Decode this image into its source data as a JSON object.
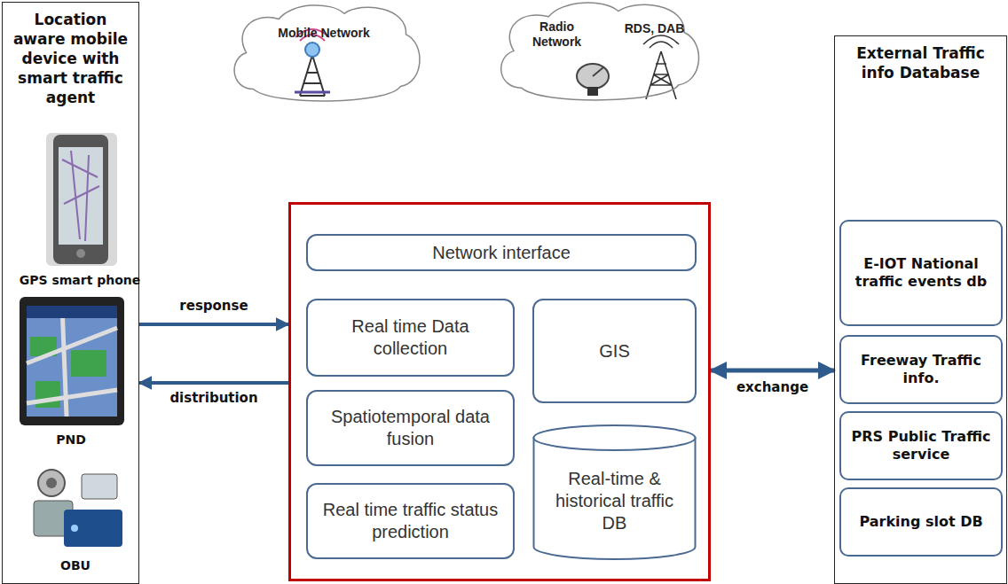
{
  "diagram": {
    "nodes": [
      {
        "text": [
          "Location aware mobile device with smart traffic agent"
        ]
      },
      {
        "text": [
          "Mobile Network"
        ]
      },
      {
        "text": [
          "Radio Network",
          "RDS, DAB"
        ]
      },
      {
        "text": []
      },
      {
        "text": [
          "Network interface"
        ],
        "in": 3
      },
      {
        "text": [
          "Real time Data collection"
        ],
        "in": 3
      },
      {
        "text": [
          "Spatiotemporal data fusion"
        ],
        "in": 3
      },
      {
        "text": [
          "Real time traffic status prediction"
        ],
        "in": 3
      },
      {
        "text": [
          "GIS"
        ],
        "in": 3
      },
      {
        "text": [
          "Real-time & historical traffic DB"
        ],
        "in": 3
      },
      {
        "text": [
          "External Traffic info Database"
        ]
      },
      {
        "text": [
          "E-IOT National traffic events db"
        ],
        "in": 10
      },
      {
        "text": [
          "Freeway Traffic info."
        ],
        "in": 10
      },
      {
        "text": [
          "PRS Public Traffic service"
        ],
        "in": 10
      },
      {
        "text": [
          "Parking slot DB"
        ],
        "in": 10
      }
    ],
    "edges": [
      {
        "from": 0,
        "to": 3,
        "label": "response",
        "arrow": "to"
      },
      {
        "from": 3,
        "to": 0,
        "label": "distribution",
        "arrow": "to"
      },
      {
        "from": 3,
        "to": 10,
        "label": "exchange",
        "arrow": "both"
      }
    ],
    "labels": [
      "GPS smart phone",
      "PND",
      "OBU"
    ]
  }
}
